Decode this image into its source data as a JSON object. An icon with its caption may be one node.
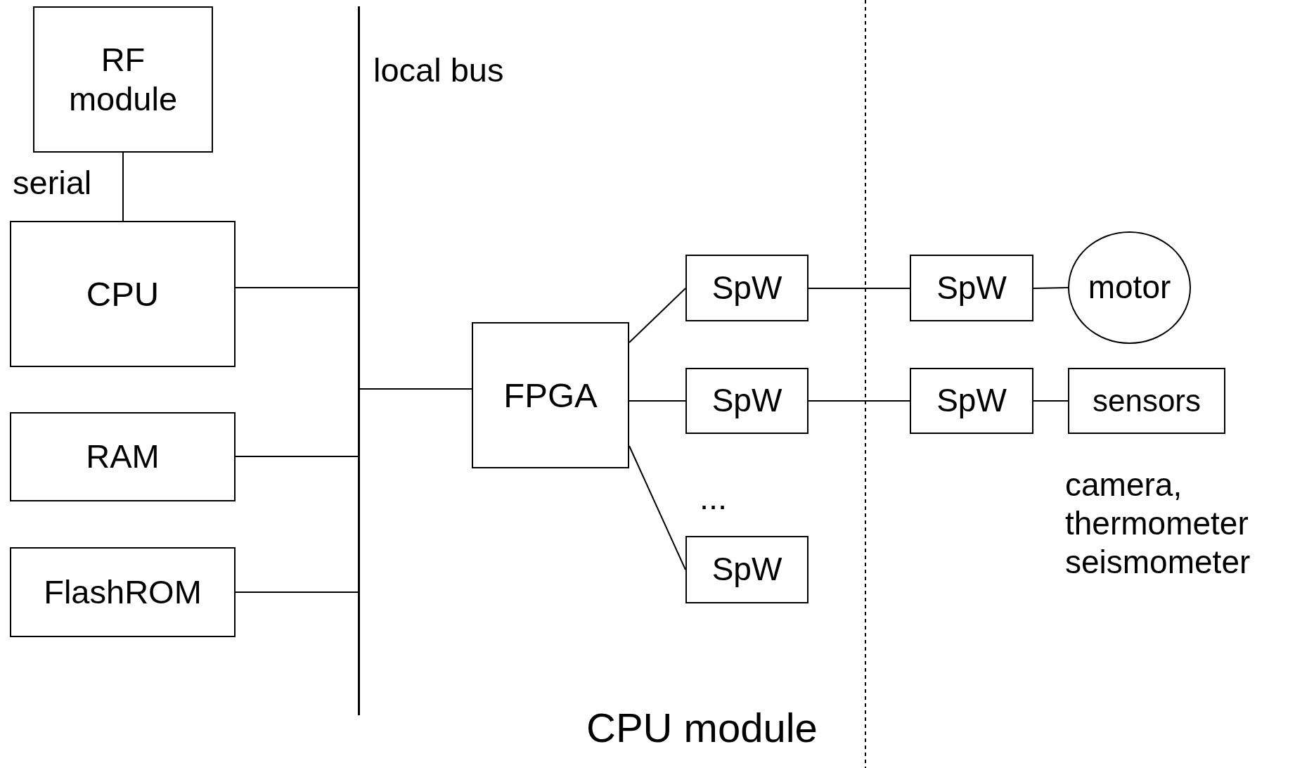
{
  "diagram": {
    "nodes": [
      {
        "text": [
          "RF module"
        ]
      },
      {
        "text": [
          "CPU"
        ]
      },
      {
        "text": [
          "RAM"
        ]
      },
      {
        "text": [
          "FlashROM"
        ]
      },
      {
        "text": [],
        "shape": "bar",
        "beside": [
          "local bus"
        ]
      },
      {
        "text": [
          "FPGA"
        ]
      },
      {
        "text": [
          "SpW"
        ]
      },
      {
        "text": [
          "SpW"
        ]
      },
      {
        "text": [
          "SpW"
        ]
      },
      {
        "text": [
          "SpW"
        ]
      },
      {
        "text": [
          "motor"
        ]
      },
      {
        "text": [
          "SpW"
        ]
      },
      {
        "text": [
          "sensors"
        ]
      }
    ],
    "edges": [
      {
        "from": 0,
        "to": 1,
        "arrow": "none",
        "label": "serial"
      },
      {
        "from": 1,
        "to": 4,
        "arrow": "none"
      },
      {
        "from": 2,
        "to": 4,
        "arrow": "none"
      },
      {
        "from": 3,
        "to": 4,
        "arrow": "none"
      },
      {
        "from": 4,
        "to": 5,
        "arrow": "none"
      },
      {
        "from": 5,
        "to": 6,
        "arrow": "none"
      },
      {
        "from": 5,
        "to": 7,
        "arrow": "none"
      },
      {
        "from": 5,
        "to": 8,
        "arrow": "none"
      },
      {
        "from": 6,
        "to": 9,
        "arrow": "none"
      },
      {
        "from": 7,
        "to": 11,
        "arrow": "none"
      },
      {
        "from": 9,
        "to": 10,
        "arrow": "none"
      },
      {
        "from": 11,
        "to": 12,
        "arrow": "none"
      }
    ],
    "labels": [
      "...",
      "camera, thermometer seismometer",
      "CPU module"
    ]
  }
}
